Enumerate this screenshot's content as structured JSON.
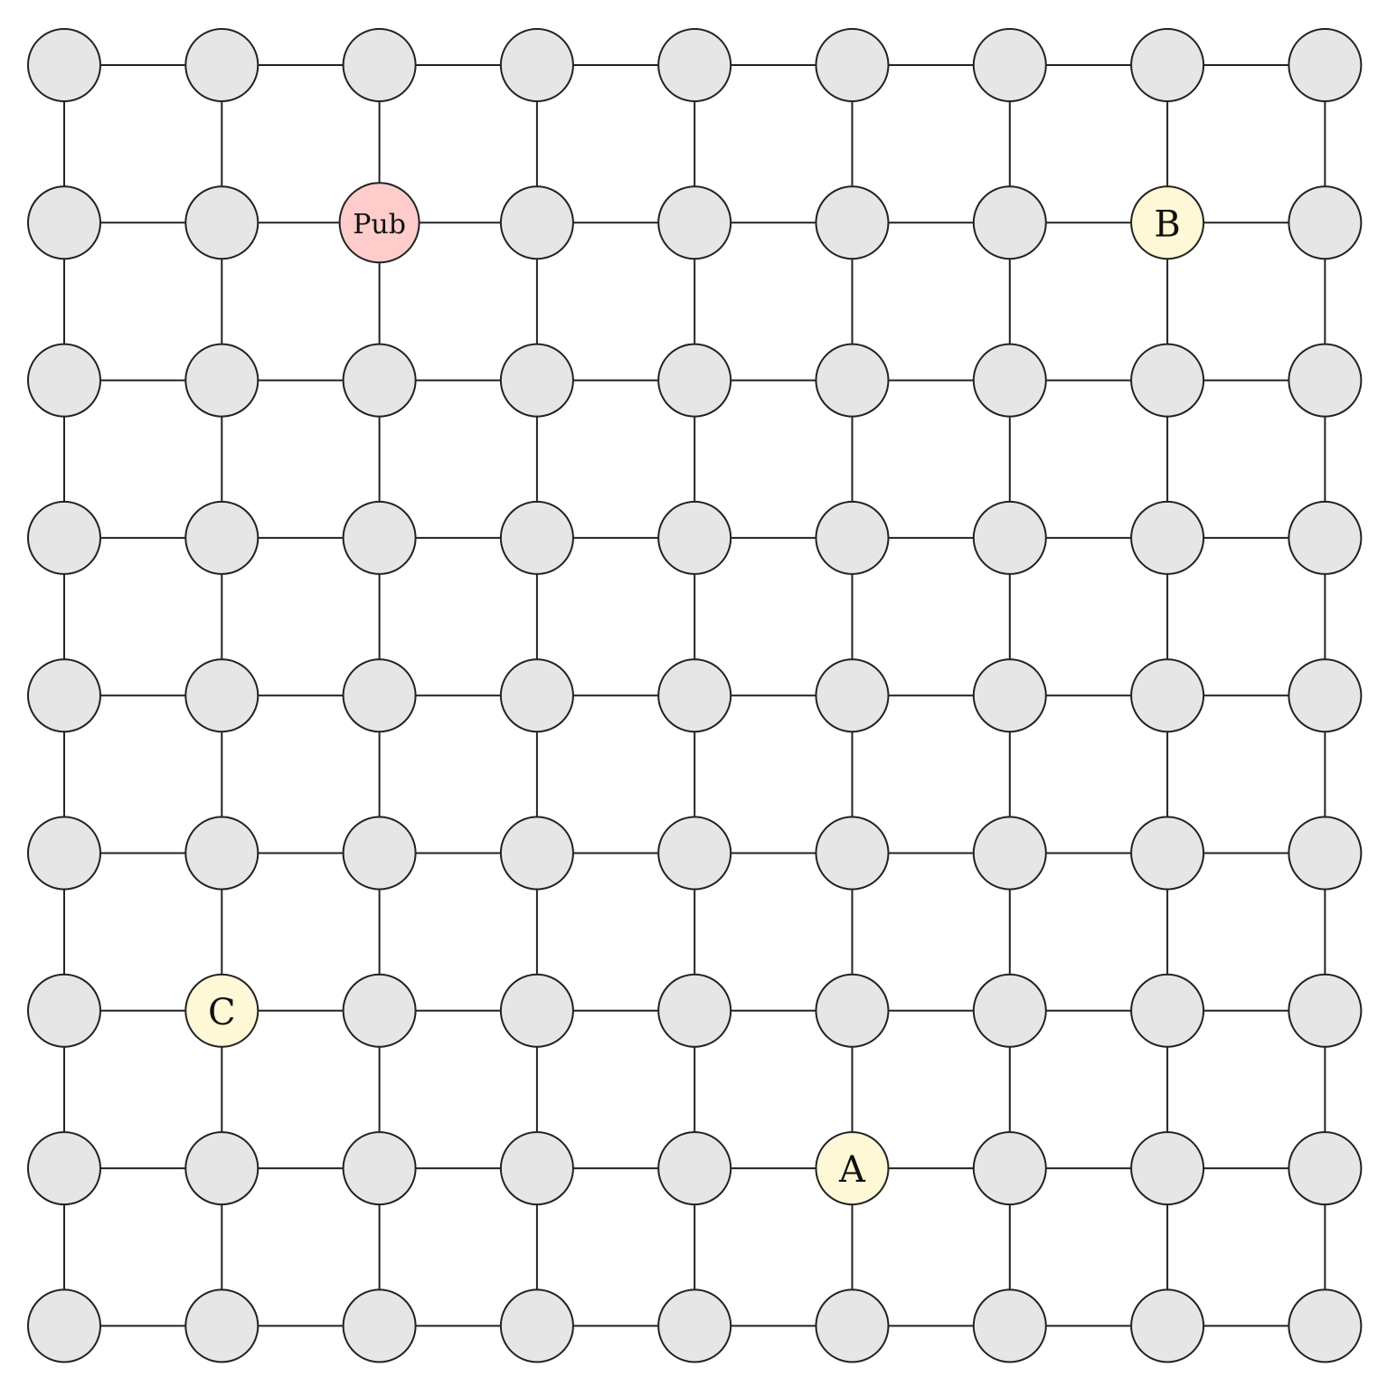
{
  "grid": {
    "rows": 9,
    "cols": 9
  },
  "colors": {
    "default_fill": "#e6e6e6",
    "stroke": "#222222",
    "pub_fill": "#ffcccc",
    "landmark_fill": "#fff8d6"
  },
  "special_nodes": [
    {
      "id": "pub",
      "row": 1,
      "col": 2,
      "label": "Pub",
      "fill": "#ffcccc",
      "size": "small"
    },
    {
      "id": "b",
      "row": 1,
      "col": 7,
      "label": "B",
      "fill": "#fff8d6",
      "size": "large"
    },
    {
      "id": "c",
      "row": 6,
      "col": 1,
      "label": "C",
      "fill": "#fff8d6",
      "size": "large"
    },
    {
      "id": "a",
      "row": 7,
      "col": 5,
      "label": "A",
      "fill": "#fff8d6",
      "size": "large"
    }
  ]
}
